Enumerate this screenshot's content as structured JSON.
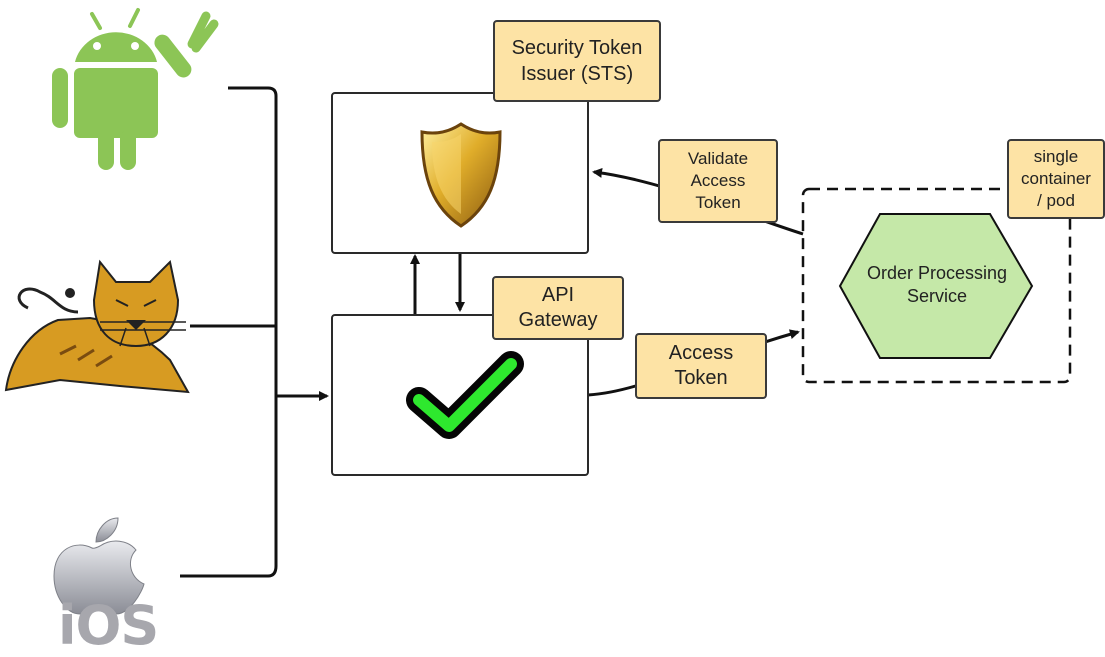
{
  "labels": {
    "sts": "Security Token\nIssuer (STS)",
    "api_gateway": "API\nGateway",
    "validate_token": "Validate\nAccess\nToken",
    "access_token": "Access\nToken",
    "container": "single\ncontainer\n/ pod",
    "service": "Order Processing\nService",
    "ios": "iOS"
  },
  "colors": {
    "label_fill": "#fde3a5",
    "service_fill": "#c5e8a8",
    "android_green": "#8cc556",
    "check_green": "#2ee82e",
    "shield_gold": "#d9a521",
    "tomcat_orange": "#d79b22"
  },
  "icons": [
    "android-icon",
    "tomcat-icon",
    "apple-ios-icon",
    "shield-icon",
    "checkmark-icon"
  ]
}
